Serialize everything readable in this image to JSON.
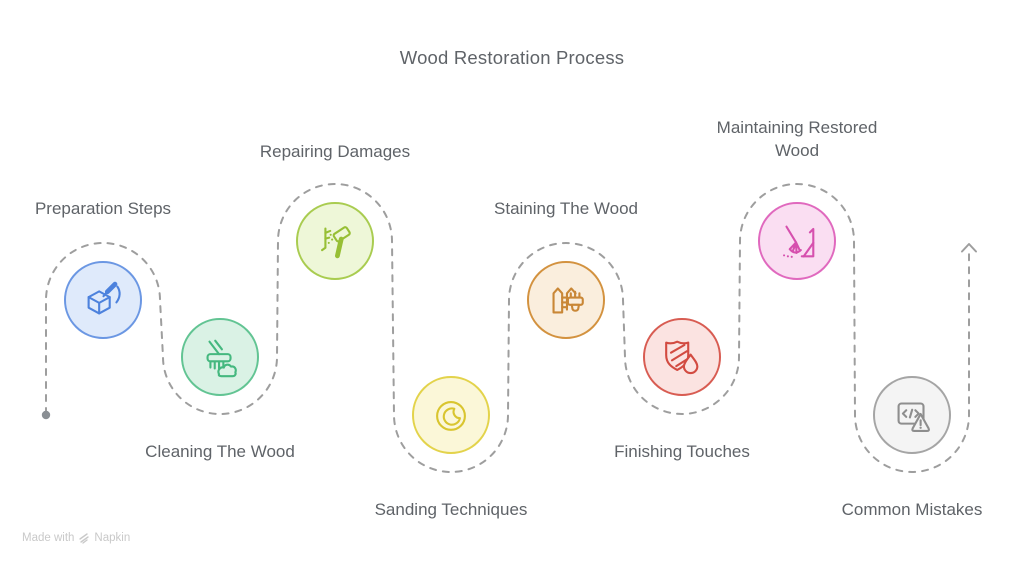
{
  "title": "Wood Restoration Process",
  "steps": [
    {
      "label": "Preparation Steps",
      "icon": "cube-pen-icon",
      "fill": "#dfeafb",
      "stroke": "#6b97e3",
      "icon_color": "#4d82dd"
    },
    {
      "label": "Cleaning The Wood",
      "icon": "scrub-brush-icon",
      "fill": "#daf2e5",
      "stroke": "#62c493",
      "icon_color": "#45b87f"
    },
    {
      "label": "Repairing Damages",
      "icon": "hammer-crack-icon",
      "fill": "#eef7d8",
      "stroke": "#a9cc50",
      "icon_color": "#97bf35"
    },
    {
      "label": "Sanding Techniques",
      "icon": "sanding-disc-icon",
      "fill": "#fbf7d8",
      "stroke": "#e3d34b",
      "icon_color": "#d9c52f"
    },
    {
      "label": "Staining The Wood",
      "icon": "fence-paintbrush-icon",
      "fill": "#faeedd",
      "stroke": "#d3923f",
      "icon_color": "#c98736"
    },
    {
      "label": "Finishing Touches",
      "icon": "shield-droplet-icon",
      "fill": "#fbe3e1",
      "stroke": "#d85c52",
      "icon_color": "#d24b41"
    },
    {
      "label": "Maintaining Restored Wood",
      "icon": "broom-corner-icon",
      "fill": "#fadef2",
      "stroke": "#e069be",
      "icon_color": "#d650ae"
    },
    {
      "label": "Common Mistakes",
      "icon": "code-warning-icon",
      "fill": "#f4f4f4",
      "stroke": "#a5a5a5",
      "icon_color": "#8e8e8e"
    }
  ],
  "path": {
    "color": "#9e9e9e",
    "start_marker": "dot",
    "end_marker": "arrow-up"
  },
  "text_color": "#5f6368",
  "watermark": {
    "prefix": "Made with",
    "brand": "Napkin",
    "color": "#c9c9c9"
  }
}
